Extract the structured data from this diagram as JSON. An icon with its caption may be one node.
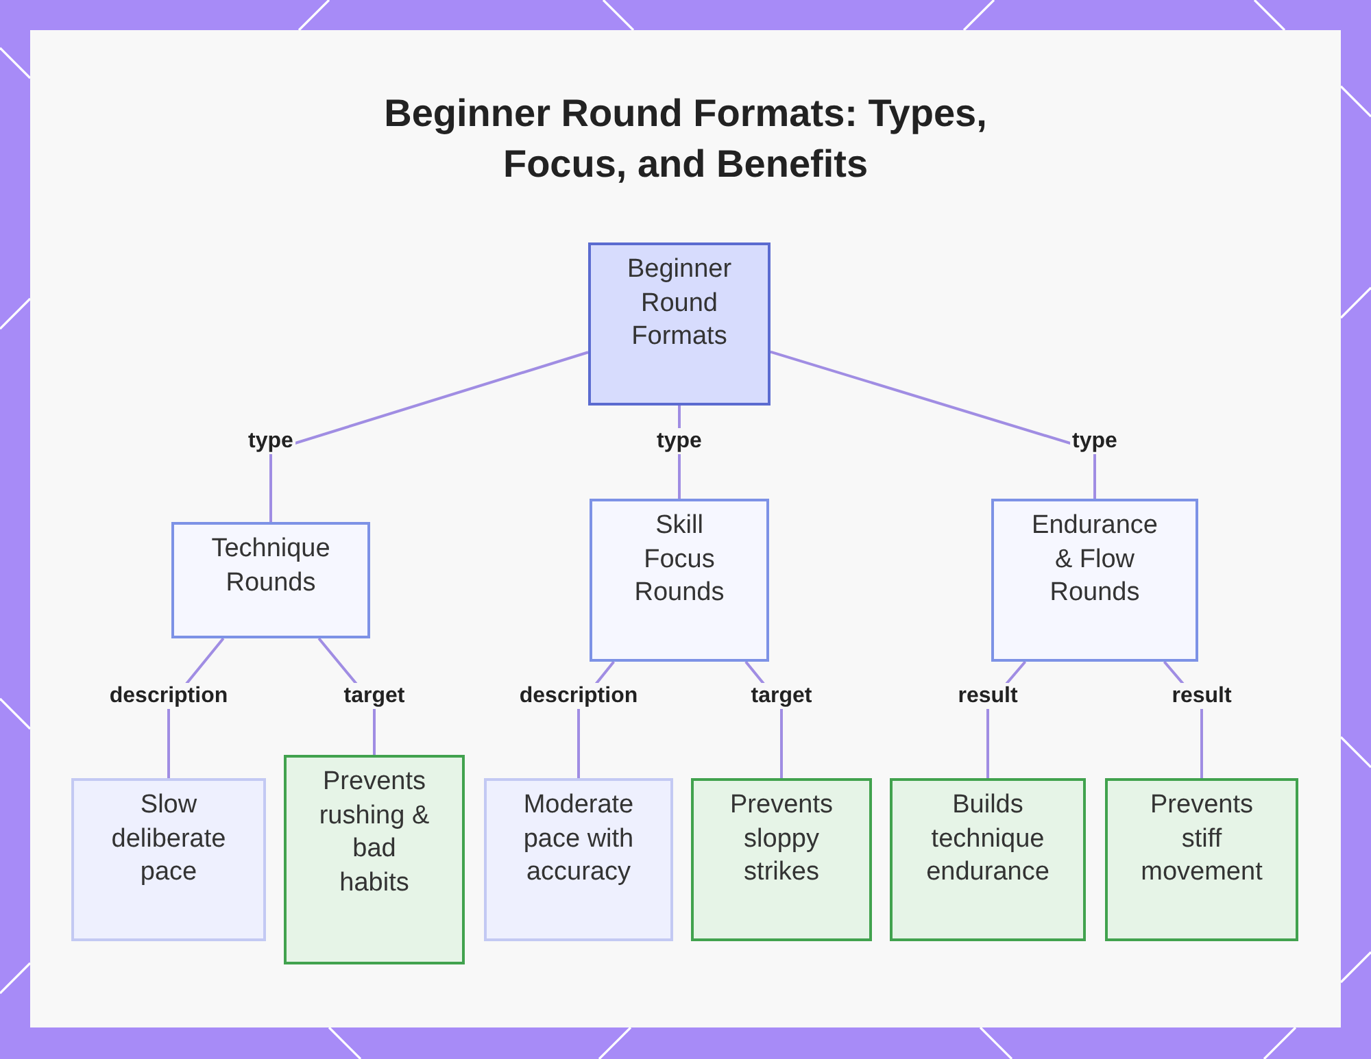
{
  "diagram": {
    "title": "Beginner Round Formats: Types, Focus, and Benefits",
    "nodes": [
      {
        "text": [
          "Beginner Round Formats"
        ]
      },
      {
        "text": [
          "Technique Rounds"
        ]
      },
      {
        "text": [
          "Skill Focus Rounds"
        ]
      },
      {
        "text": [
          "Endurance & Flow Rounds"
        ]
      },
      {
        "text": [
          "Slow deliberate pace"
        ]
      },
      {
        "text": [
          "Prevents rushing & bad habits"
        ]
      },
      {
        "text": [
          "Moderate pace with accuracy"
        ]
      },
      {
        "text": [
          "Prevents sloppy strikes"
        ]
      },
      {
        "text": [
          "Builds technique endurance"
        ]
      },
      {
        "text": [
          "Prevents stiff movement"
        ]
      }
    ],
    "edges": [
      {
        "from": 0,
        "to": 1,
        "arrow": "none",
        "label": "type"
      },
      {
        "from": 0,
        "to": 2,
        "arrow": "none",
        "label": "type"
      },
      {
        "from": 0,
        "to": 3,
        "arrow": "none",
        "label": "type"
      },
      {
        "from": 1,
        "to": 4,
        "arrow": "none",
        "label": "description"
      },
      {
        "from": 1,
        "to": 5,
        "arrow": "none",
        "label": "target"
      },
      {
        "from": 2,
        "to": 6,
        "arrow": "none",
        "label": "description"
      },
      {
        "from": 2,
        "to": 7,
        "arrow": "none",
        "label": "target"
      },
      {
        "from": 3,
        "to": 8,
        "arrow": "none",
        "label": "result"
      },
      {
        "from": 3,
        "to": 9,
        "arrow": "none",
        "label": "result"
      }
    ]
  }
}
